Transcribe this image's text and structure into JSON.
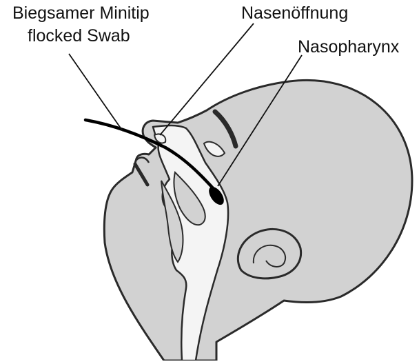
{
  "labels": {
    "swab_line1": "Biegsamer Minitip",
    "swab_line2": "flocked Swab",
    "nostril": "Nasenöffnung",
    "nasopharynx": "Nasopharynx"
  },
  "colors": {
    "head_fill": "#d2d2d2",
    "cavity_fill": "#f4f4f4",
    "outline": "#2a2a2a",
    "swab": "#000000",
    "leader_line": "#111111"
  },
  "icons": {
    "head": "head-profile-tilted-back",
    "swab": "nasopharyngeal-swab"
  }
}
